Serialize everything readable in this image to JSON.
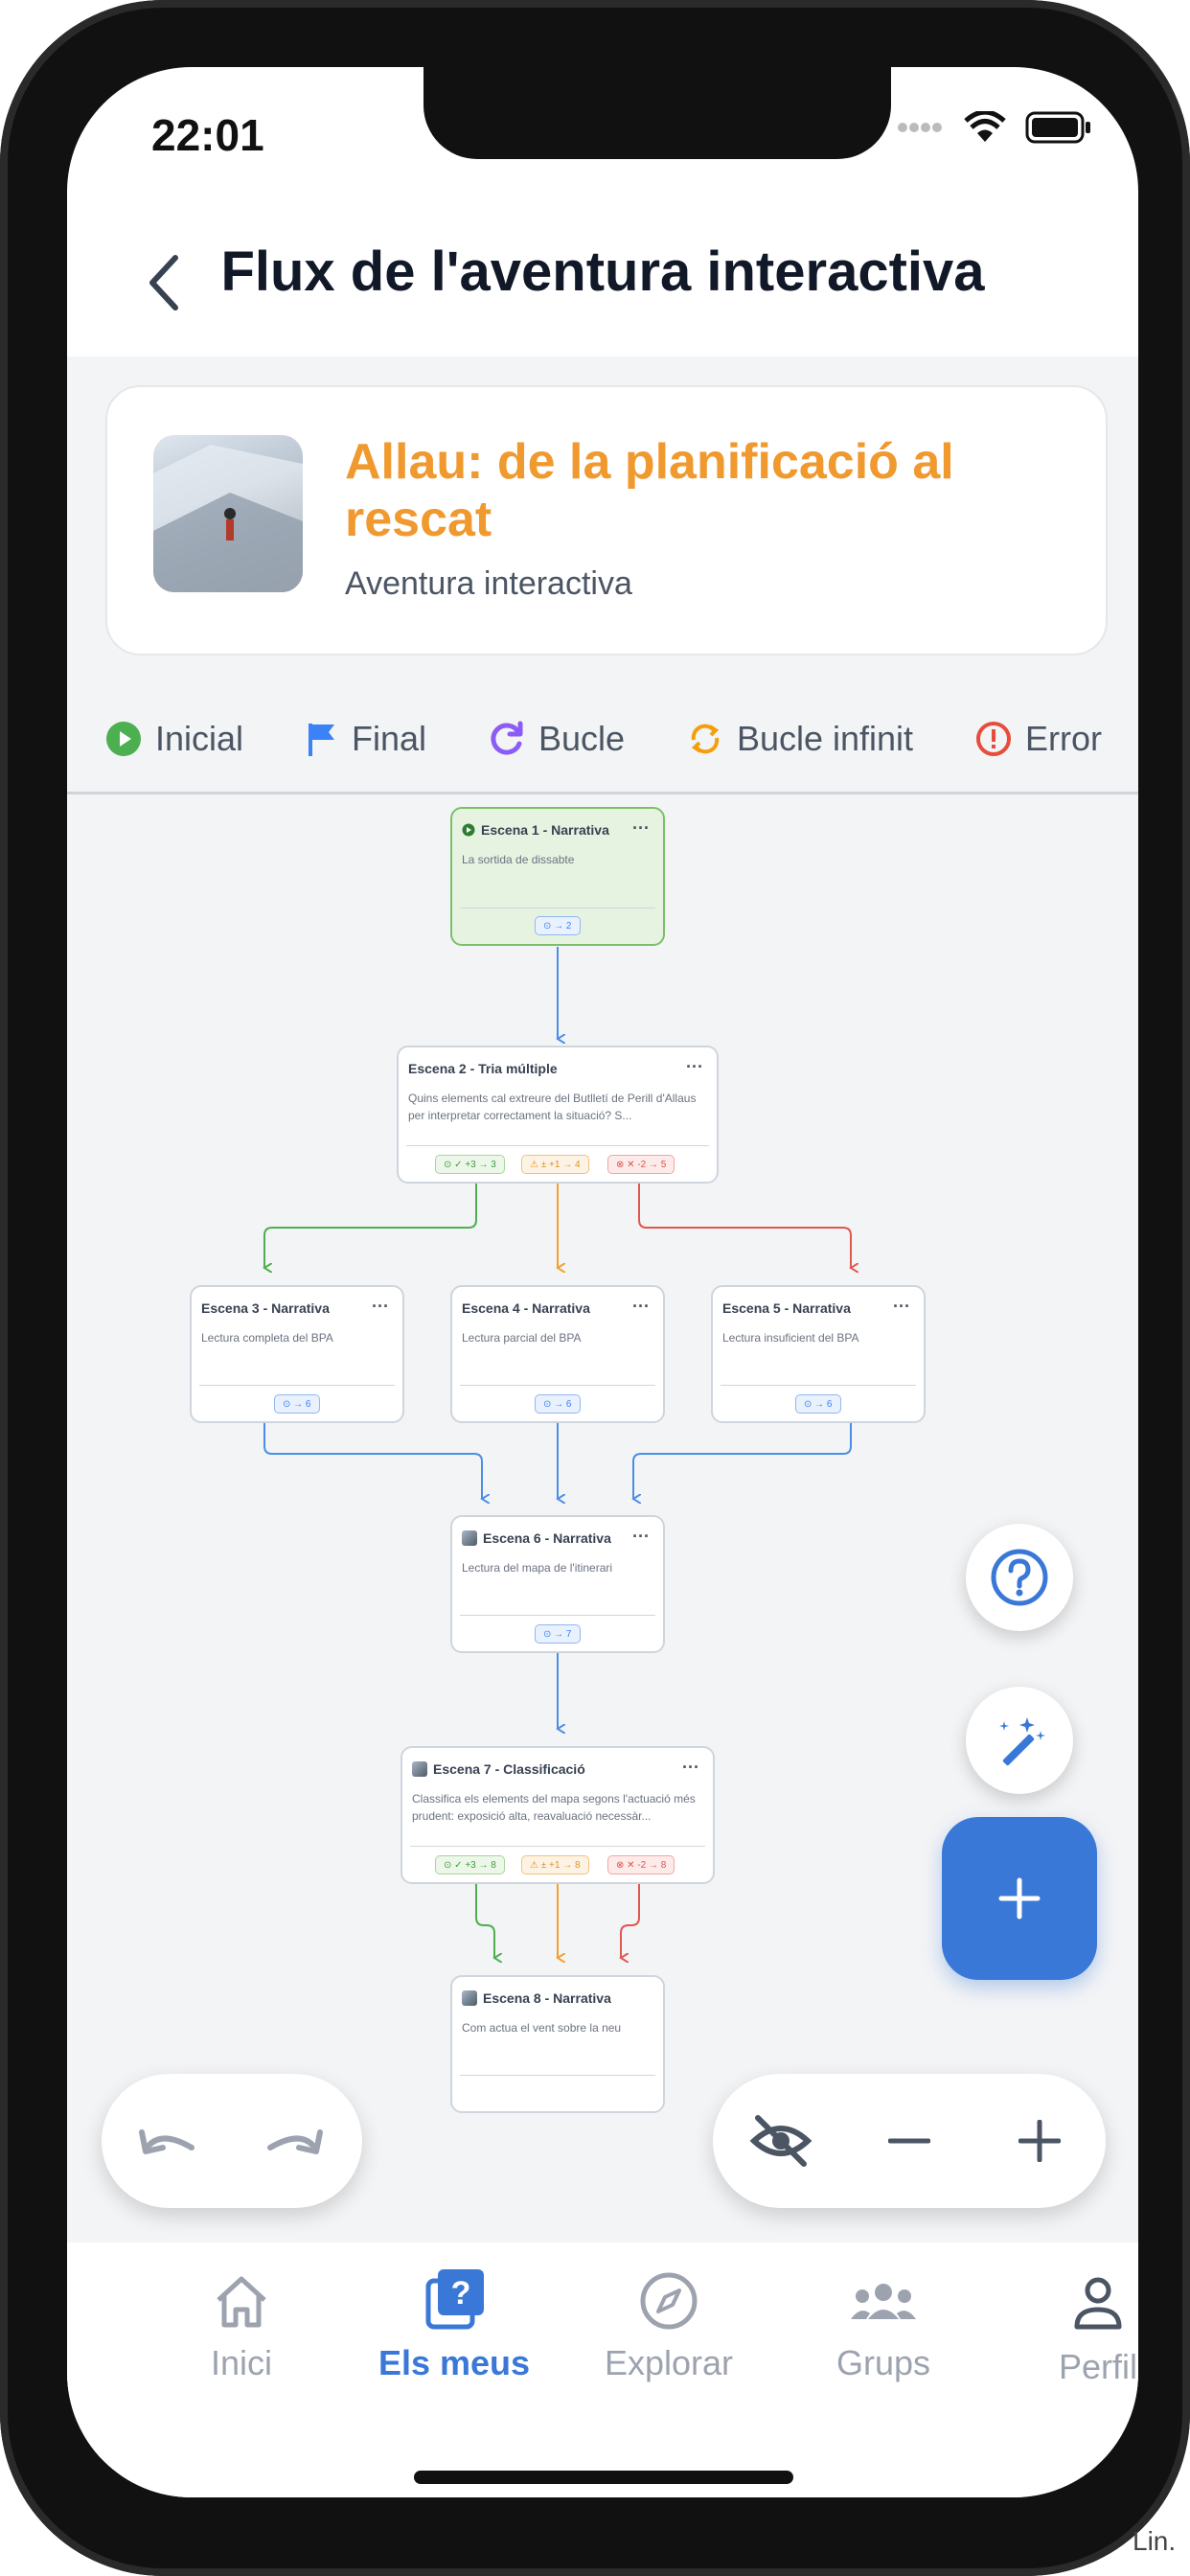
{
  "status": {
    "time": "22:01"
  },
  "header": {
    "title": "Flux de l'aventura interactiva"
  },
  "adventure": {
    "title": "Allau: de la planificació al rescat",
    "subtitle": "Aventura interactiva"
  },
  "legend": [
    {
      "label": "Inicial",
      "color": "#4caf50",
      "icon": "play-circle-icon"
    },
    {
      "label": "Final",
      "color": "#3b82f6",
      "icon": "flag-icon"
    },
    {
      "label": "Bucle",
      "color": "#8b5cf6",
      "icon": "loop-icon"
    },
    {
      "label": "Bucle infinit",
      "color": "#f59e0b",
      "icon": "infinite-loop-icon"
    },
    {
      "label": "Error",
      "color": "#e74c3c",
      "icon": "error-icon"
    }
  ],
  "nodes": [
    {
      "title": "Escena 1 - Narrativa",
      "desc": "La sortida de dissabte",
      "chips": [
        {
          "text": "⊙ → 2",
          "kind": "blue"
        }
      ]
    },
    {
      "title": "Escena 2 - Tria múltiple",
      "desc": "Quins elements cal extreure del Butlletí de Perill d'Allaus per interpretar correctament la situació? S...",
      "chips": [
        {
          "text": "⊙ ✓ +3 → 3",
          "kind": "green"
        },
        {
          "text": "⚠ ± +1 → 4",
          "kind": "orange"
        },
        {
          "text": "⊗ ✕ -2 → 5",
          "kind": "red"
        }
      ]
    },
    {
      "title": "Escena 3 - Narrativa",
      "desc": "Lectura completa del BPA",
      "chips": [
        {
          "text": "⊙ → 6",
          "kind": "blue"
        }
      ]
    },
    {
      "title": "Escena 4 - Narrativa",
      "desc": "Lectura parcial del BPA",
      "chips": [
        {
          "text": "⊙ → 6",
          "kind": "blue"
        }
      ]
    },
    {
      "title": "Escena 5 - Narrativa",
      "desc": "Lectura insuficient del BPA",
      "chips": [
        {
          "text": "⊙ → 6",
          "kind": "blue"
        }
      ]
    },
    {
      "title": "Escena 6 - Narrativa",
      "desc": "Lectura del mapa de l'itinerari",
      "chips": [
        {
          "text": "⊙ → 7",
          "kind": "blue"
        }
      ]
    },
    {
      "title": "Escena 7 - Classificació",
      "desc": "Classifica els elements del mapa segons l'actuació més prudent: exposició alta, reavaluació necessàr...",
      "chips": [
        {
          "text": "⊙ ✓ +3 → 8",
          "kind": "green"
        },
        {
          "text": "⚠ ± +1 → 8",
          "kind": "orange"
        },
        {
          "text": "⊗ ✕ -2 → 8",
          "kind": "red"
        }
      ]
    },
    {
      "title": "Escena 8 - Narrativa",
      "desc": "Com actua el vent sobre la neu",
      "chips": []
    }
  ],
  "tabs": [
    {
      "label": "Inici",
      "icon": "home-icon",
      "active": false
    },
    {
      "label": "Els meus",
      "icon": "my-quizzes-icon",
      "active": true
    },
    {
      "label": "Explorar",
      "icon": "compass-icon",
      "active": false
    },
    {
      "label": "Grups",
      "icon": "groups-icon",
      "active": false
    },
    {
      "label": "Perfil",
      "icon": "profile-icon",
      "active": false
    }
  ],
  "background_fragment": "Lin.",
  "colors": {
    "accent": "#3a78d8",
    "title_orange": "#f0992e",
    "green": "#4caf50",
    "orange": "#f0a030",
    "red": "#e0574f",
    "blue": "#4a8ee6"
  }
}
